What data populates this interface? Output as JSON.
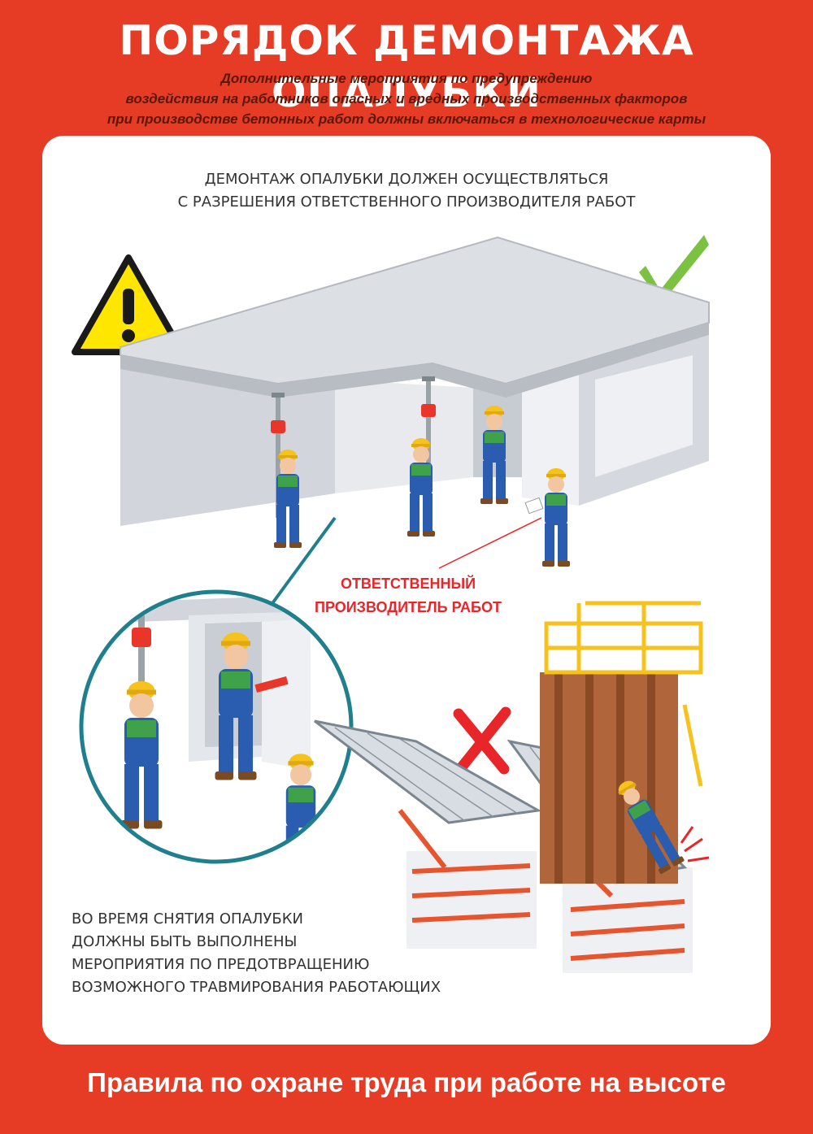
{
  "poster": {
    "title": "ПОРЯДОК ДЕМОНТАЖА ОПАЛУБКИ",
    "subtitle_lines": [
      "Дополнительные мероприятия по предупреждению",
      "воздействия на работников опасных и вредных производственных факторов",
      "при производстве бетонных работ должны включаться в  технологические карты"
    ],
    "top_note_lines": [
      "ДЕМОНТАЖ ОПАЛУБКИ ДОЛЖЕН ОСУЩЕСТВЛЯТЬСЯ",
      "С РАЗРЕШЕНИЯ ОТВЕТСТВЕННОГО ПРОИЗВОДИТЕЛЯ РАБОТ"
    ],
    "responsible_label_lines": [
      "ОТВЕТСТВЕННЫЙ",
      "ПРОИЗВОДИТЕЛЬ РАБОТ"
    ],
    "bottom_note_lines": [
      "ВО ВРЕМЯ СНЯТИЯ ОПАЛУБКИ",
      "ДОЛЖНЫ БЫТЬ ВЫПОЛНЕНЫ",
      "МЕРОПРИЯТИЯ ПО ПРЕДОТВРАЩЕНИЮ",
      "ВОЗМОЖНОГО ТРАВМИРОВАНИЯ РАБОТАЮЩИХ"
    ],
    "footer": "Правила по охране труда при работе на высоте"
  },
  "icons": {
    "warning": "warning-triangle-icon",
    "correct": "check-mark-icon",
    "wrong": "cross-mark-icon"
  },
  "colors": {
    "background": "#e63c26",
    "panel": "#ffffff",
    "accent_red": "#e8262a",
    "check_green": "#7cc242",
    "warning_yellow": "#ffe600",
    "worker_blue": "#2a5cb0",
    "helmet_yellow": "#f6c21c",
    "lens_teal": "#1f7f8c"
  }
}
